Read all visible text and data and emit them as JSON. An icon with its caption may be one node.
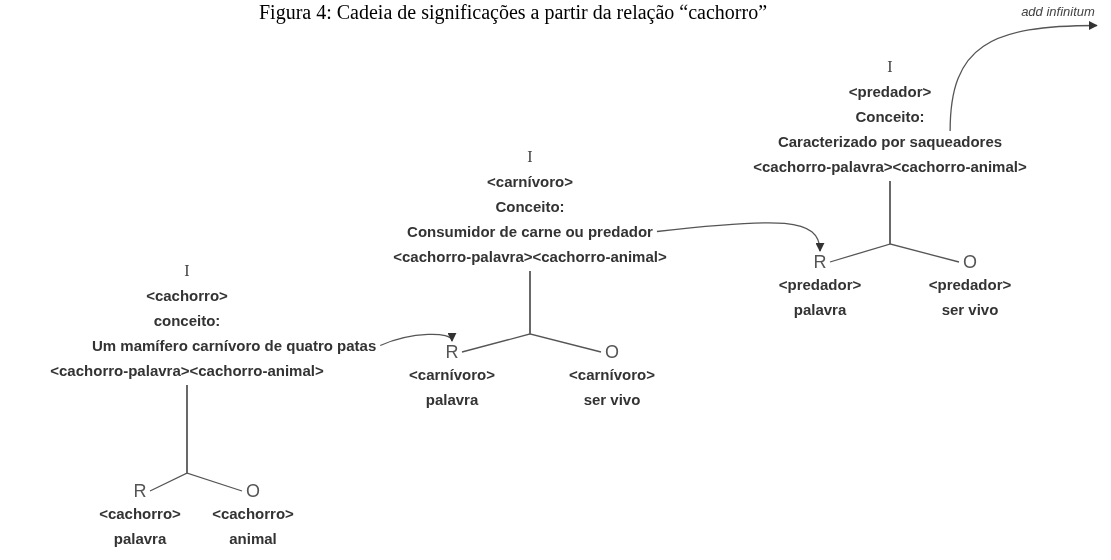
{
  "diagram": {
    "title": "Figura 4: Cadeia de significações a partir da relação “cachorro”",
    "nodes": [
      {
        "text": [
          "I",
          "<cachorro>",
          "conceito:",
          "Um mamífero carnívoro de quatro patas",
          "<cachorro-palavra><cachorro-animal>"
        ]
      },
      {
        "text": [
          "R",
          "<cachorro>",
          "palavra"
        ]
      },
      {
        "text": [
          "O",
          "<cachorro>",
          "animal"
        ]
      },
      {
        "text": [
          "I",
          "<carnívoro>",
          "Conceito:",
          "Consumidor de carne ou predador",
          "<cachorro-palavra><cachorro-animal>"
        ]
      },
      {
        "text": [
          "R",
          "<carnívoro>",
          "palavra"
        ]
      },
      {
        "text": [
          "O",
          "<carnívoro>",
          "ser vivo"
        ]
      },
      {
        "text": [
          "I",
          "<predador>",
          "Conceito:",
          "Caracterizado por saqueadores",
          "<cachorro-palavra><cachorro-animal>"
        ]
      },
      {
        "text": [
          "R",
          "<predador>",
          "palavra"
        ]
      },
      {
        "text": [
          "O",
          "<predador>",
          "ser vivo"
        ]
      },
      {
        "text": [
          "add infinitum"
        ]
      }
    ],
    "edges": [
      {
        "from": 0,
        "to": 1,
        "arrow": "none"
      },
      {
        "from": 0,
        "to": 2,
        "arrow": "none"
      },
      {
        "from": 0,
        "to": 4,
        "arrow": "to"
      },
      {
        "from": 3,
        "to": 4,
        "arrow": "none"
      },
      {
        "from": 3,
        "to": 5,
        "arrow": "none"
      },
      {
        "from": 3,
        "to": 7,
        "arrow": "to"
      },
      {
        "from": 6,
        "to": 7,
        "arrow": "none"
      },
      {
        "from": 6,
        "to": 8,
        "arrow": "none"
      },
      {
        "from": 6,
        "to": 9,
        "arrow": "to"
      }
    ]
  }
}
